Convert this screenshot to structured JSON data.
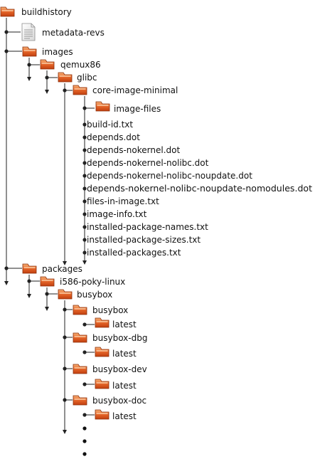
{
  "title": "buildhistory",
  "nodes": [
    {
      "label": "buildhistory",
      "kind": "folder"
    },
    {
      "label": "metadata-revs",
      "kind": "file-doc"
    },
    {
      "label": "images",
      "kind": "folder"
    },
    {
      "label": "qemux86",
      "kind": "folder"
    },
    {
      "label": "glibc",
      "kind": "folder"
    },
    {
      "label": "core-image-minimal",
      "kind": "folder"
    },
    {
      "label": "image-files",
      "kind": "folder"
    },
    {
      "label": "build-id.txt",
      "kind": "file"
    },
    {
      "label": "depends.dot",
      "kind": "file"
    },
    {
      "label": "depends-nokernel.dot",
      "kind": "file"
    },
    {
      "label": "depends-nokernel-nolibc.dot",
      "kind": "file"
    },
    {
      "label": "depends-nokernel-nolibc-noupdate.dot",
      "kind": "file"
    },
    {
      "label": "depends-nokernel-nolibc-noupdate-nomodules.dot",
      "kind": "file"
    },
    {
      "label": "files-in-image.txt",
      "kind": "file"
    },
    {
      "label": "image-info.txt",
      "kind": "file"
    },
    {
      "label": "installed-package-names.txt",
      "kind": "file"
    },
    {
      "label": "installed-package-sizes.txt",
      "kind": "file"
    },
    {
      "label": "installed-packages.txt",
      "kind": "file"
    },
    {
      "label": "packages",
      "kind": "folder"
    },
    {
      "label": "i586-poky-linux",
      "kind": "folder"
    },
    {
      "label": "busybox",
      "kind": "folder"
    },
    {
      "label": "busybox",
      "kind": "folder"
    },
    {
      "label": "latest",
      "kind": "folder"
    },
    {
      "label": "busybox-dbg",
      "kind": "folder"
    },
    {
      "label": "latest",
      "kind": "folder"
    },
    {
      "label": "busybox-dev",
      "kind": "folder"
    },
    {
      "label": "latest",
      "kind": "folder"
    },
    {
      "label": "busybox-doc",
      "kind": "folder"
    },
    {
      "label": "latest",
      "kind": "folder"
    }
  ],
  "colors": {
    "folder_top": "#f6b277",
    "folder_mid": "#e8692c",
    "folder_bottom": "#c2400f",
    "folder_border": "#8a2e0a",
    "line": "#222222",
    "doc_fill": "#f0f0f0",
    "doc_border": "#8c8c8c"
  }
}
